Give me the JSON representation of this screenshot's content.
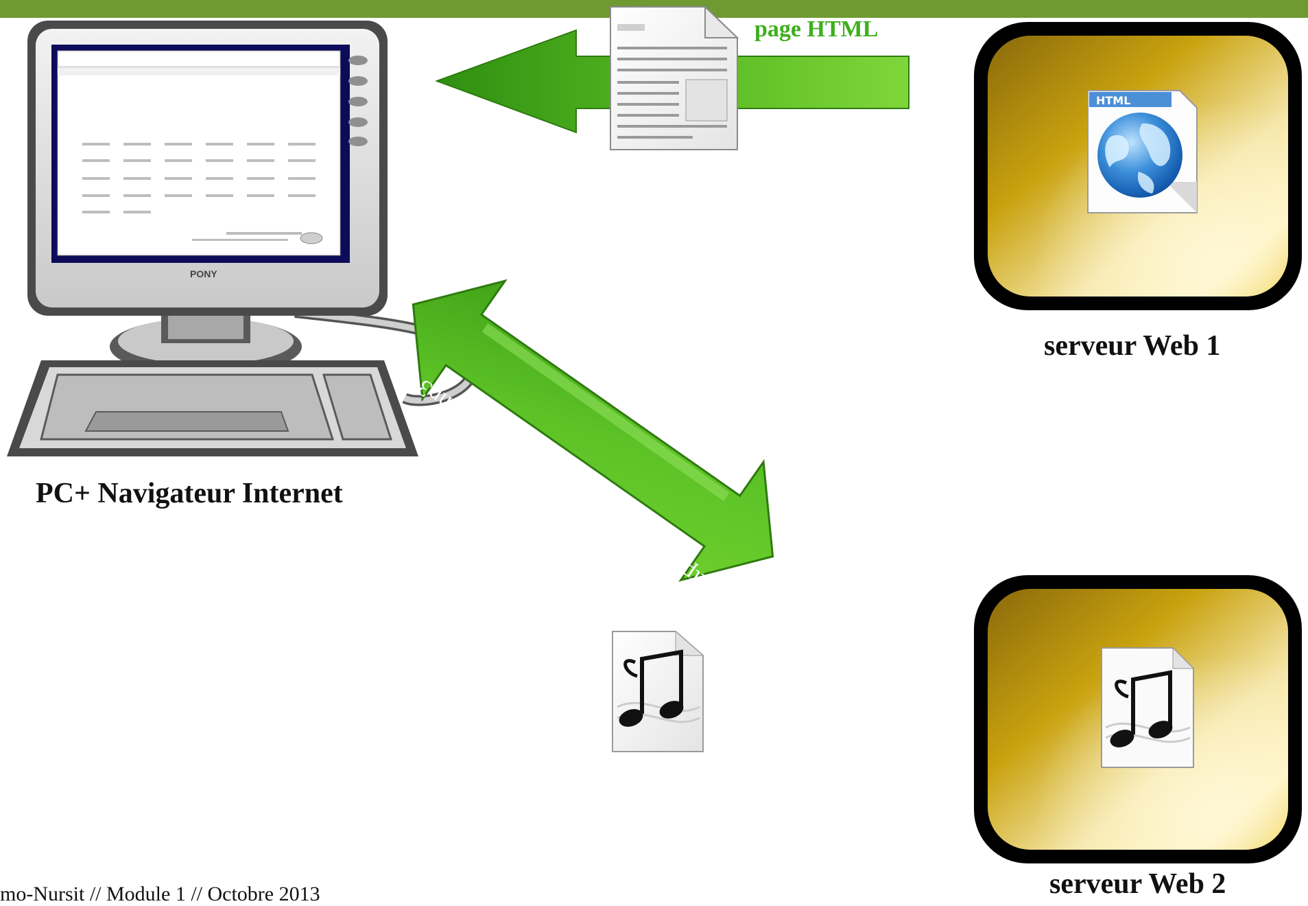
{
  "top_bar_color": "#6e9a31",
  "labels": {
    "pc": "PC+ Navigateur Internet",
    "server1": "serveur Web 1",
    "server2": "serveur Web 2",
    "page_html": "page HTML",
    "url": "http://www.spip.net/IMG/siteon0.mp3",
    "footer": "mo-Nursit // Module 1 // Octobre 2013",
    "brand": "PONY",
    "file_type": "HTML"
  },
  "icons": {
    "computer": "computer-icon",
    "html_file": "html-file-icon",
    "music_file": "music-file-icon",
    "document": "document-icon"
  },
  "colors": {
    "arrow_green": "#55b820",
    "server_gold": "#c9a20f",
    "label_green": "#3fae1e"
  }
}
